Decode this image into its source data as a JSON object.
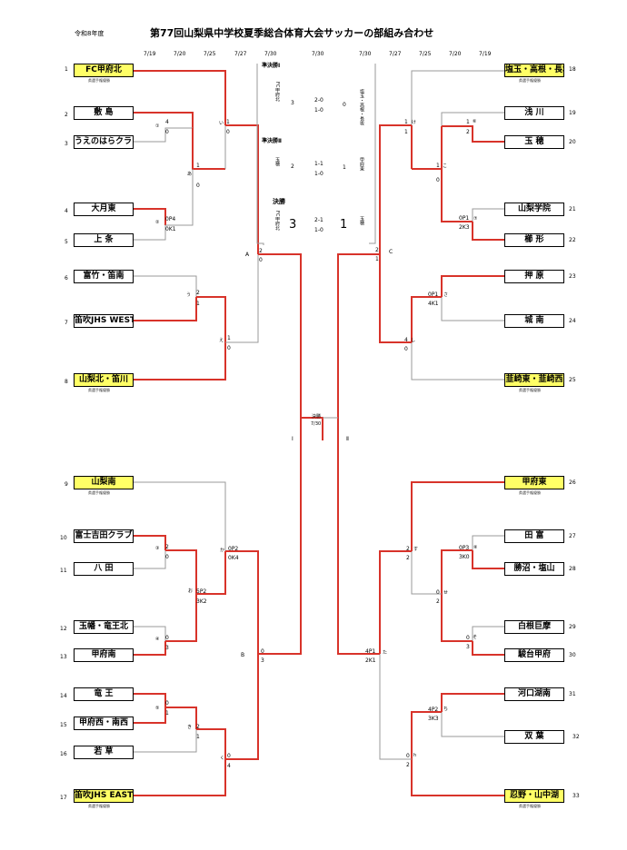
{
  "header": {
    "year_label": "令和8年度",
    "title": "第77回山梨県中学校夏季総合体育大会サッカーの部組み合わせ"
  },
  "dates": {
    "left": [
      "7/19",
      "7/20",
      "7/25",
      "7/27",
      "7/30"
    ],
    "center": "7/30",
    "right": [
      "7/30",
      "7/27",
      "7/25",
      "7/20",
      "7/19"
    ]
  },
  "seed_caption": "県選手権優勝",
  "teams_left": [
    {
      "no": "1",
      "name": "FC甲府北",
      "seed": true
    },
    {
      "no": "2",
      "name": "敷 島",
      "seed": false
    },
    {
      "no": "3",
      "name": "うえのはらクラブ",
      "seed": false
    },
    {
      "no": "4",
      "name": "大月東",
      "seed": false
    },
    {
      "no": "5",
      "name": "上 条",
      "seed": false
    },
    {
      "no": "6",
      "name": "富竹・笛南",
      "seed": false
    },
    {
      "no": "7",
      "name": "笛吹JHS WEST",
      "seed": false
    },
    {
      "no": "8",
      "name": "山梨北・笛川",
      "seed": true
    },
    {
      "no": "9",
      "name": "山梨南",
      "seed": true
    },
    {
      "no": "10",
      "name": "富士吉田クラブ",
      "seed": false
    },
    {
      "no": "11",
      "name": "八 田",
      "seed": false
    },
    {
      "no": "12",
      "name": "玉幡・竜王北",
      "seed": false
    },
    {
      "no": "13",
      "name": "甲府南",
      "seed": false
    },
    {
      "no": "14",
      "name": "竜 王",
      "seed": false
    },
    {
      "no": "15",
      "name": "甲府西・南西",
      "seed": false
    },
    {
      "no": "16",
      "name": "若 草",
      "seed": false
    },
    {
      "no": "17",
      "name": "笛吹JHS EAST",
      "seed": true
    }
  ],
  "teams_right": [
    {
      "no": "18",
      "name": "塩玉・高根・長坂",
      "seed": true
    },
    {
      "no": "19",
      "name": "浅 川",
      "seed": false
    },
    {
      "no": "20",
      "name": "玉 穂",
      "seed": false
    },
    {
      "no": "21",
      "name": "山梨学院",
      "seed": false
    },
    {
      "no": "22",
      "name": "櫛 形",
      "seed": false
    },
    {
      "no": "23",
      "name": "押 原",
      "seed": false
    },
    {
      "no": "24",
      "name": "城 南",
      "seed": false
    },
    {
      "no": "25",
      "name": "韮崎東・韮崎西",
      "seed": true
    },
    {
      "no": "26",
      "name": "甲府東",
      "seed": true
    },
    {
      "no": "27",
      "name": "田 富",
      "seed": false
    },
    {
      "no": "28",
      "name": "勝沼・塩山",
      "seed": false
    },
    {
      "no": "29",
      "name": "白根巨摩",
      "seed": false
    },
    {
      "no": "30",
      "name": "駿台甲府",
      "seed": false
    },
    {
      "no": "31",
      "name": "河口湖南",
      "seed": false
    },
    {
      "no": "32",
      "name": "双 葉",
      "seed": false
    },
    {
      "no": "33",
      "name": "忍野・山中湖",
      "seed": true
    }
  ],
  "match_labels": {
    "m1": "①",
    "m2": "②",
    "m3": "③",
    "m4": "④",
    "m5": "⑤",
    "m6": "⑥",
    "m7": "⑦",
    "m8": "⑧",
    "a": "あ",
    "i": "い",
    "u": "う",
    "e": "え",
    "o": "お",
    "ka": "か",
    "ki": "き",
    "ku": "く",
    "ke": "け",
    "ko": "こ",
    "sa": "さ",
    "shi": "し",
    "su": "す",
    "se": "せ",
    "so": "そ",
    "ta": "た",
    "chi": "ち",
    "h": "h",
    "A": "A",
    "B": "B",
    "C": "C",
    "I": "Ⅰ",
    "II": "Ⅱ"
  },
  "scores": {
    "s1a": "1",
    "s1b": "0",
    "s1c": "4",
    "s1d": "0",
    "s2a": "0P4",
    "s2b": "0K1",
    "s3a": "1",
    "s3b": "2",
    "s3c": "1",
    "s3d": "0",
    "s4a": "2",
    "s4b": "0",
    "sf1a": "3",
    "sf1b": "2-0",
    "sf1c": "1-0",
    "sf1d": "0",
    "sf2a": "2",
    "sf2b": "1-1",
    "sf2c": "1-0",
    "sf2d": "1",
    "fa": "3",
    "fb": "2-1",
    "fc": "1-0",
    "fd": "1",
    "l1": "4",
    "l2": "0",
    "l3": "5P2",
    "l4": "3K2",
    "l5": "1",
    "l6": "0",
    "l7": "0",
    "l8": "3",
    "l9": "0P2",
    "l10": "0K4",
    "l11": "2",
    "l12": "1",
    "l13": "0",
    "l14": "4",
    "l15": "0",
    "l16": "3",
    "l17": "0",
    "l18": "1",
    "r1": "1",
    "r2": "2",
    "r3": "0",
    "r4": "1",
    "r5": "0P1",
    "r6": "2K3",
    "r7": "0P1",
    "r8": "4K1",
    "r9": "1",
    "r10": "0",
    "r11": "2",
    "r12": "1",
    "r13": "1",
    "r14": "0",
    "r15": "4",
    "r16": "2",
    "r17": "0P3",
    "r18": "3K0",
    "r19": "0",
    "r20": "2",
    "r21": "0",
    "r22": "3",
    "r23": "4P1",
    "r24": "2K1",
    "r25": "4P2",
    "r26": "3K3",
    "r27": "0",
    "r28": "2"
  },
  "center": {
    "semi1_label": "準決勝Ⅰ",
    "semi2_label": "準決勝Ⅱ",
    "final_label": "決勝",
    "final_date": "7/30",
    "semi1_left": "FC甲府北",
    "semi1_right": "塩玉・高根・長坂",
    "semi2_left": "玉穂",
    "semi2_right": "甲府東",
    "final_left": "FC甲府北",
    "final_right": "玉穂",
    "block_label": "決勝",
    "block_date": "7/30"
  }
}
